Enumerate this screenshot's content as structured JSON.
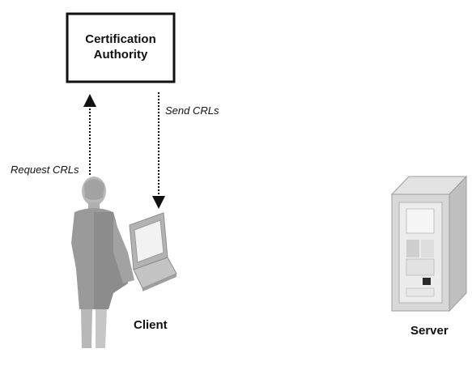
{
  "ca": {
    "line1": "Certification",
    "line2": "Authority"
  },
  "arrows": {
    "request": "Request CRLs",
    "send": "Send CRLs"
  },
  "client": {
    "label": "Client"
  },
  "server": {
    "label": "Server"
  },
  "colors": {
    "figure": "#a8a8a8",
    "figure_dark": "#8a8a8a",
    "laptop": "#bdbdbd",
    "server_body": "#d4d4d4",
    "server_light": "#ececec",
    "outline": "#111111"
  },
  "icons": {
    "person": "person-icon",
    "laptop": "laptop-icon",
    "server": "server-icon"
  }
}
